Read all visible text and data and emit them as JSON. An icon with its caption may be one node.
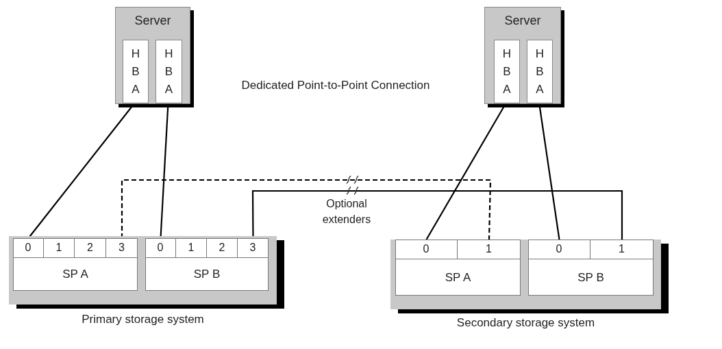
{
  "diagram": {
    "nodes": [
      {
        "text": [
          "Server"
        ]
      },
      {
        "text": [
          "H B A"
        ],
        "in": 0
      },
      {
        "text": [
          "H B A"
        ],
        "in": 0
      },
      {
        "text": [
          "Server"
        ]
      },
      {
        "text": [
          "H B A"
        ],
        "in": 3
      },
      {
        "text": [
          "H B A"
        ],
        "in": 3
      },
      {
        "text": [
          "Primary storage system"
        ]
      },
      {
        "text": [
          "SP A"
        ],
        "in": 6
      },
      {
        "text": [
          "0"
        ],
        "in": 7
      },
      {
        "text": [
          "1"
        ],
        "in": 7
      },
      {
        "text": [
          "2"
        ],
        "in": 7
      },
      {
        "text": [
          "3"
        ],
        "in": 7
      },
      {
        "text": [
          "SP B"
        ],
        "in": 6
      },
      {
        "text": [
          "0"
        ],
        "in": 12
      },
      {
        "text": [
          "1"
        ],
        "in": 12
      },
      {
        "text": [
          "2"
        ],
        "in": 12
      },
      {
        "text": [
          "3"
        ],
        "in": 12
      },
      {
        "text": [
          "Secondary storage system"
        ]
      },
      {
        "text": [
          "SP A"
        ],
        "in": 17
      },
      {
        "text": [
          "0"
        ],
        "in": 18
      },
      {
        "text": [
          "1"
        ],
        "in": 18
      },
      {
        "text": [
          "SP B"
        ],
        "in": 17
      },
      {
        "text": [
          "0"
        ],
        "in": 21
      },
      {
        "text": [
          "1"
        ],
        "in": 21
      }
    ],
    "edges": [
      {
        "from": 1,
        "to": 8,
        "arrow": "none"
      },
      {
        "from": 2,
        "to": 13,
        "arrow": "none"
      },
      {
        "from": 4,
        "to": 19,
        "arrow": "none"
      },
      {
        "from": 5,
        "to": 22,
        "arrow": "none"
      },
      {
        "from": 11,
        "to": 20,
        "arrow": "none",
        "style": "dashed"
      },
      {
        "from": 16,
        "to": 23,
        "arrow": "none"
      }
    ],
    "labels": [
      "Dedicated Point-to-Point Connection",
      "Optional extenders"
    ]
  }
}
